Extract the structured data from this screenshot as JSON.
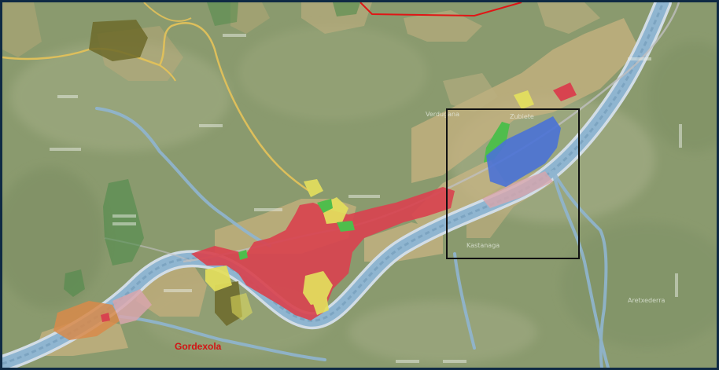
{
  "map": {
    "place_labels": {
      "gordexola": "Gordexola",
      "zubiete": "Zubiete",
      "aretxederra": "Aretxederra",
      "kastanaga": "Kastanaga",
      "verdugana": "Verdugana"
    },
    "colors": {
      "background_terrain": "#8a9a6e",
      "residential_red": "#d8434f",
      "industrial_blue": "#4a72d6",
      "yellow_zone": "#e3df5d",
      "green_zone": "#4fbd4c",
      "tan_zone": "#c7b281",
      "orange_zone": "#d88a4a",
      "pink_zone": "#d8a6ad",
      "olive_zone": "#6d6a2a",
      "river_blue": "#8fb5d0",
      "road_yellow": "#e2c15a",
      "boundary_red": "#e01616",
      "selection_box": "#111111"
    }
  }
}
